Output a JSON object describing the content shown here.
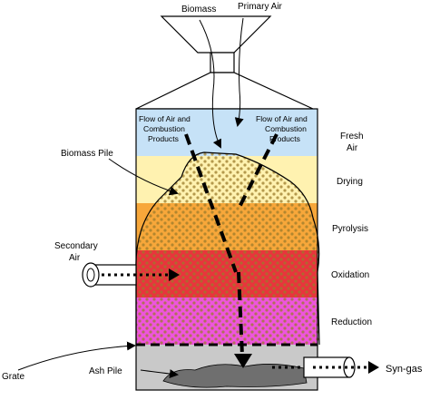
{
  "labels": {
    "biomass": "Biomass",
    "primary_air": "Primary Air",
    "flow_left_1": "Flow of Air and",
    "flow_left_2": "Combustion",
    "flow_left_3": "Products",
    "flow_right_1": "Flow of Air and",
    "flow_right_2": "Combustion",
    "flow_right_3": "Products",
    "biomass_pile": "Biomass Pile",
    "secondary_air_1": "Secondary",
    "secondary_air_2": "Air",
    "grate": "Grate",
    "ash_pile": "Ash Pile",
    "syn_gas": "Syn-gas"
  },
  "zones": [
    {
      "id": "fresh-air",
      "label_1": "Fresh",
      "label_2": "Air",
      "color": "#c6e2f7"
    },
    {
      "id": "drying",
      "label_1": "Drying",
      "label_2": "",
      "color": "#fff2b0"
    },
    {
      "id": "pyrolysis",
      "label_1": "Pyrolysis",
      "label_2": "",
      "color": "#f7a73a"
    },
    {
      "id": "oxidation",
      "label_1": "Oxidation",
      "label_2": "",
      "color": "#e8353c"
    },
    {
      "id": "reduction",
      "label_1": "Reduction",
      "label_2": "",
      "color": "#ee55dd"
    }
  ],
  "colors": {
    "ash_zone": "#c9c9c9",
    "ash_pile": "#6f6f6f",
    "outline": "#000000"
  }
}
